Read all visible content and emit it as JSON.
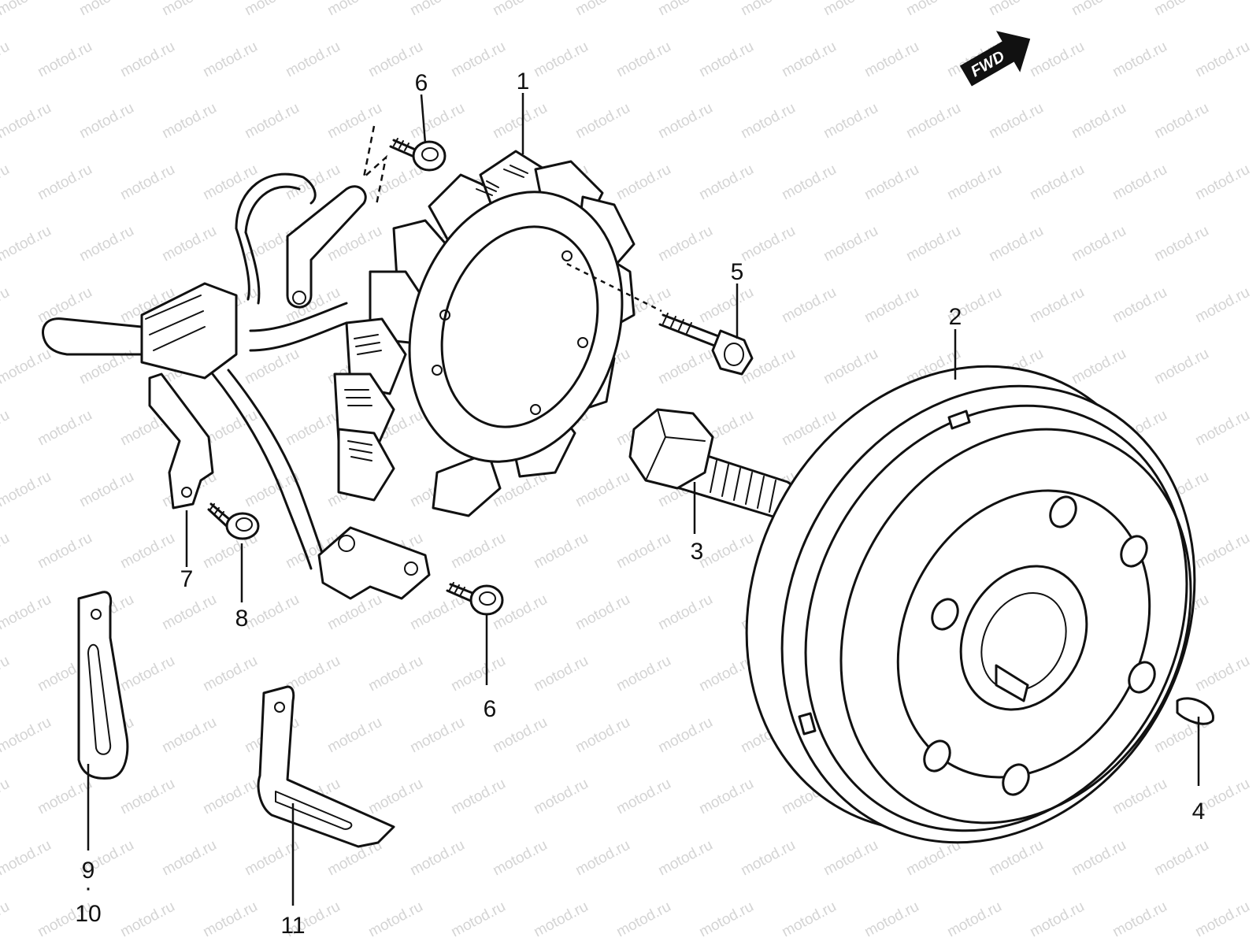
{
  "watermark": "motod.ru",
  "direction_badge": "FWD",
  "callouts": {
    "c1": "1",
    "c2": "2",
    "c3": "3",
    "c4": "4",
    "c5": "5",
    "c6a": "6",
    "c6b": "6",
    "c7": "7",
    "c8": "8",
    "c9": "9",
    "c9_sep": "·",
    "c10": "10",
    "c11": "11"
  },
  "colors": {
    "ink": "#111111",
    "watermark": "#d4d4d4",
    "background": "#ffffff"
  }
}
